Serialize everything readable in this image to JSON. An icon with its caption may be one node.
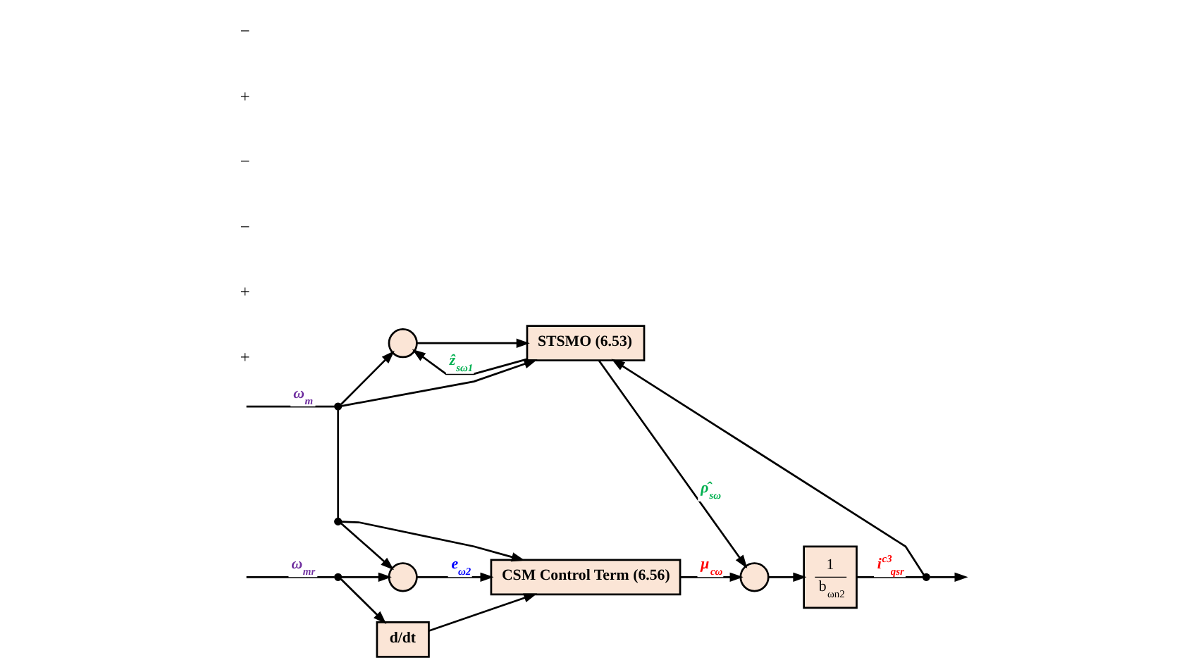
{
  "diagram": {
    "nodes": [
      {
        "text": [],
        "shape": "dot"
      },
      {
        "text": [],
        "shape": "circle"
      },
      {
        "text": [
          "d/dt"
        ]
      },
      {
        "text": [
          "CSM Control Term (6.56)"
        ]
      },
      {
        "text": [],
        "shape": "circle"
      },
      {
        "text": [
          "1",
          "b$_{ωn2}$"
        ]
      },
      {
        "text": [],
        "shape": "dot"
      },
      {
        "text": [],
        "shape": "dot"
      },
      {
        "text": [],
        "shape": "dot"
      },
      {
        "text": [],
        "shape": "circle"
      },
      {
        "text": [
          "STSMO (6.53)"
        ]
      }
    ],
    "edges": [
      {
        "from": null,
        "to": 0,
        "arrow": "none",
        "label": "ω$_{mr}$"
      },
      {
        "from": 0,
        "to": 2,
        "arrow": "to"
      },
      {
        "from": 0,
        "to": 1,
        "arrow": "to"
      },
      {
        "from": 2,
        "to": 3,
        "arrow": "to"
      },
      {
        "from": 1,
        "to": 3,
        "arrow": "to",
        "label": "e$_{ω2}$"
      },
      {
        "from": 3,
        "to": 4,
        "arrow": "to",
        "label": "μ$_{cω}$"
      },
      {
        "from": 4,
        "to": 5,
        "arrow": "to"
      },
      {
        "from": 5,
        "to": 6,
        "arrow": "none",
        "label": "i$^{c3}$$_{qsr}$"
      },
      {
        "from": 6,
        "to": null,
        "arrow": "to"
      },
      {
        "from": 6,
        "to": 10,
        "arrow": "to"
      },
      {
        "from": null,
        "to": 8,
        "arrow": "none",
        "label": "ω$_{m}$"
      },
      {
        "from": 8,
        "to": 7,
        "arrow": "none"
      },
      {
        "from": 7,
        "to": 1,
        "arrow": "to"
      },
      {
        "from": 7,
        "to": 3,
        "arrow": "to"
      },
      {
        "from": 8,
        "to": 9,
        "arrow": "to"
      },
      {
        "from": 8,
        "to": 10,
        "arrow": "to"
      },
      {
        "from": 9,
        "to": 10,
        "arrow": "to"
      },
      {
        "from": 10,
        "to": 4,
        "arrow": "to",
        "label": "ρ̂$_{sω}$"
      },
      {
        "from": 10,
        "to": 9,
        "arrow": "to",
        "label": "ẑ$_{sω1}$"
      }
    ],
    "labels": [
      "+",
      "+",
      "−",
      "−",
      "+",
      "−"
    ]
  }
}
